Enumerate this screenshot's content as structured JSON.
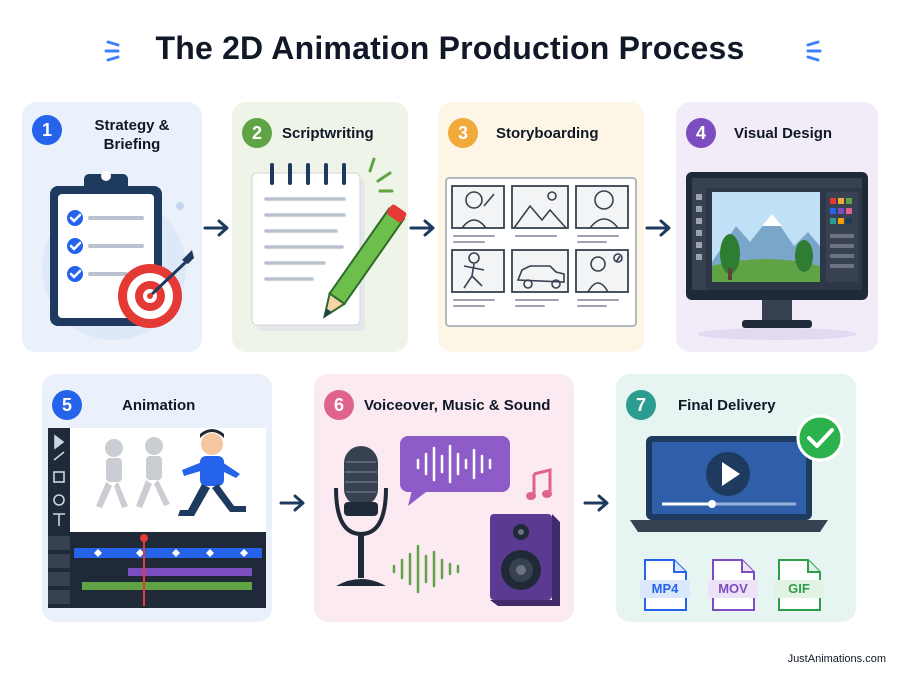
{
  "title": "The 2D Animation Production Process",
  "steps": [
    {
      "number": "1",
      "label_line1": "Strategy &",
      "label_line2": "Briefing",
      "color": "#2563eb"
    },
    {
      "number": "2",
      "label": "Scriptwriting",
      "color": "#5fa344"
    },
    {
      "number": "3",
      "label": "Storyboarding",
      "color": "#f2a93b"
    },
    {
      "number": "4",
      "label": "Visual Design",
      "color": "#7c4dbf"
    },
    {
      "number": "5",
      "label": "Animation",
      "color": "#2563eb"
    },
    {
      "number": "6",
      "label": "Voiceover, Music & Sound",
      "color": "#e0628f"
    },
    {
      "number": "7",
      "label": "Final Delivery",
      "color": "#2a9d8f"
    }
  ],
  "formats": [
    "MP4",
    "MOV",
    "GIF"
  ],
  "footer": "JustAnimations.com"
}
